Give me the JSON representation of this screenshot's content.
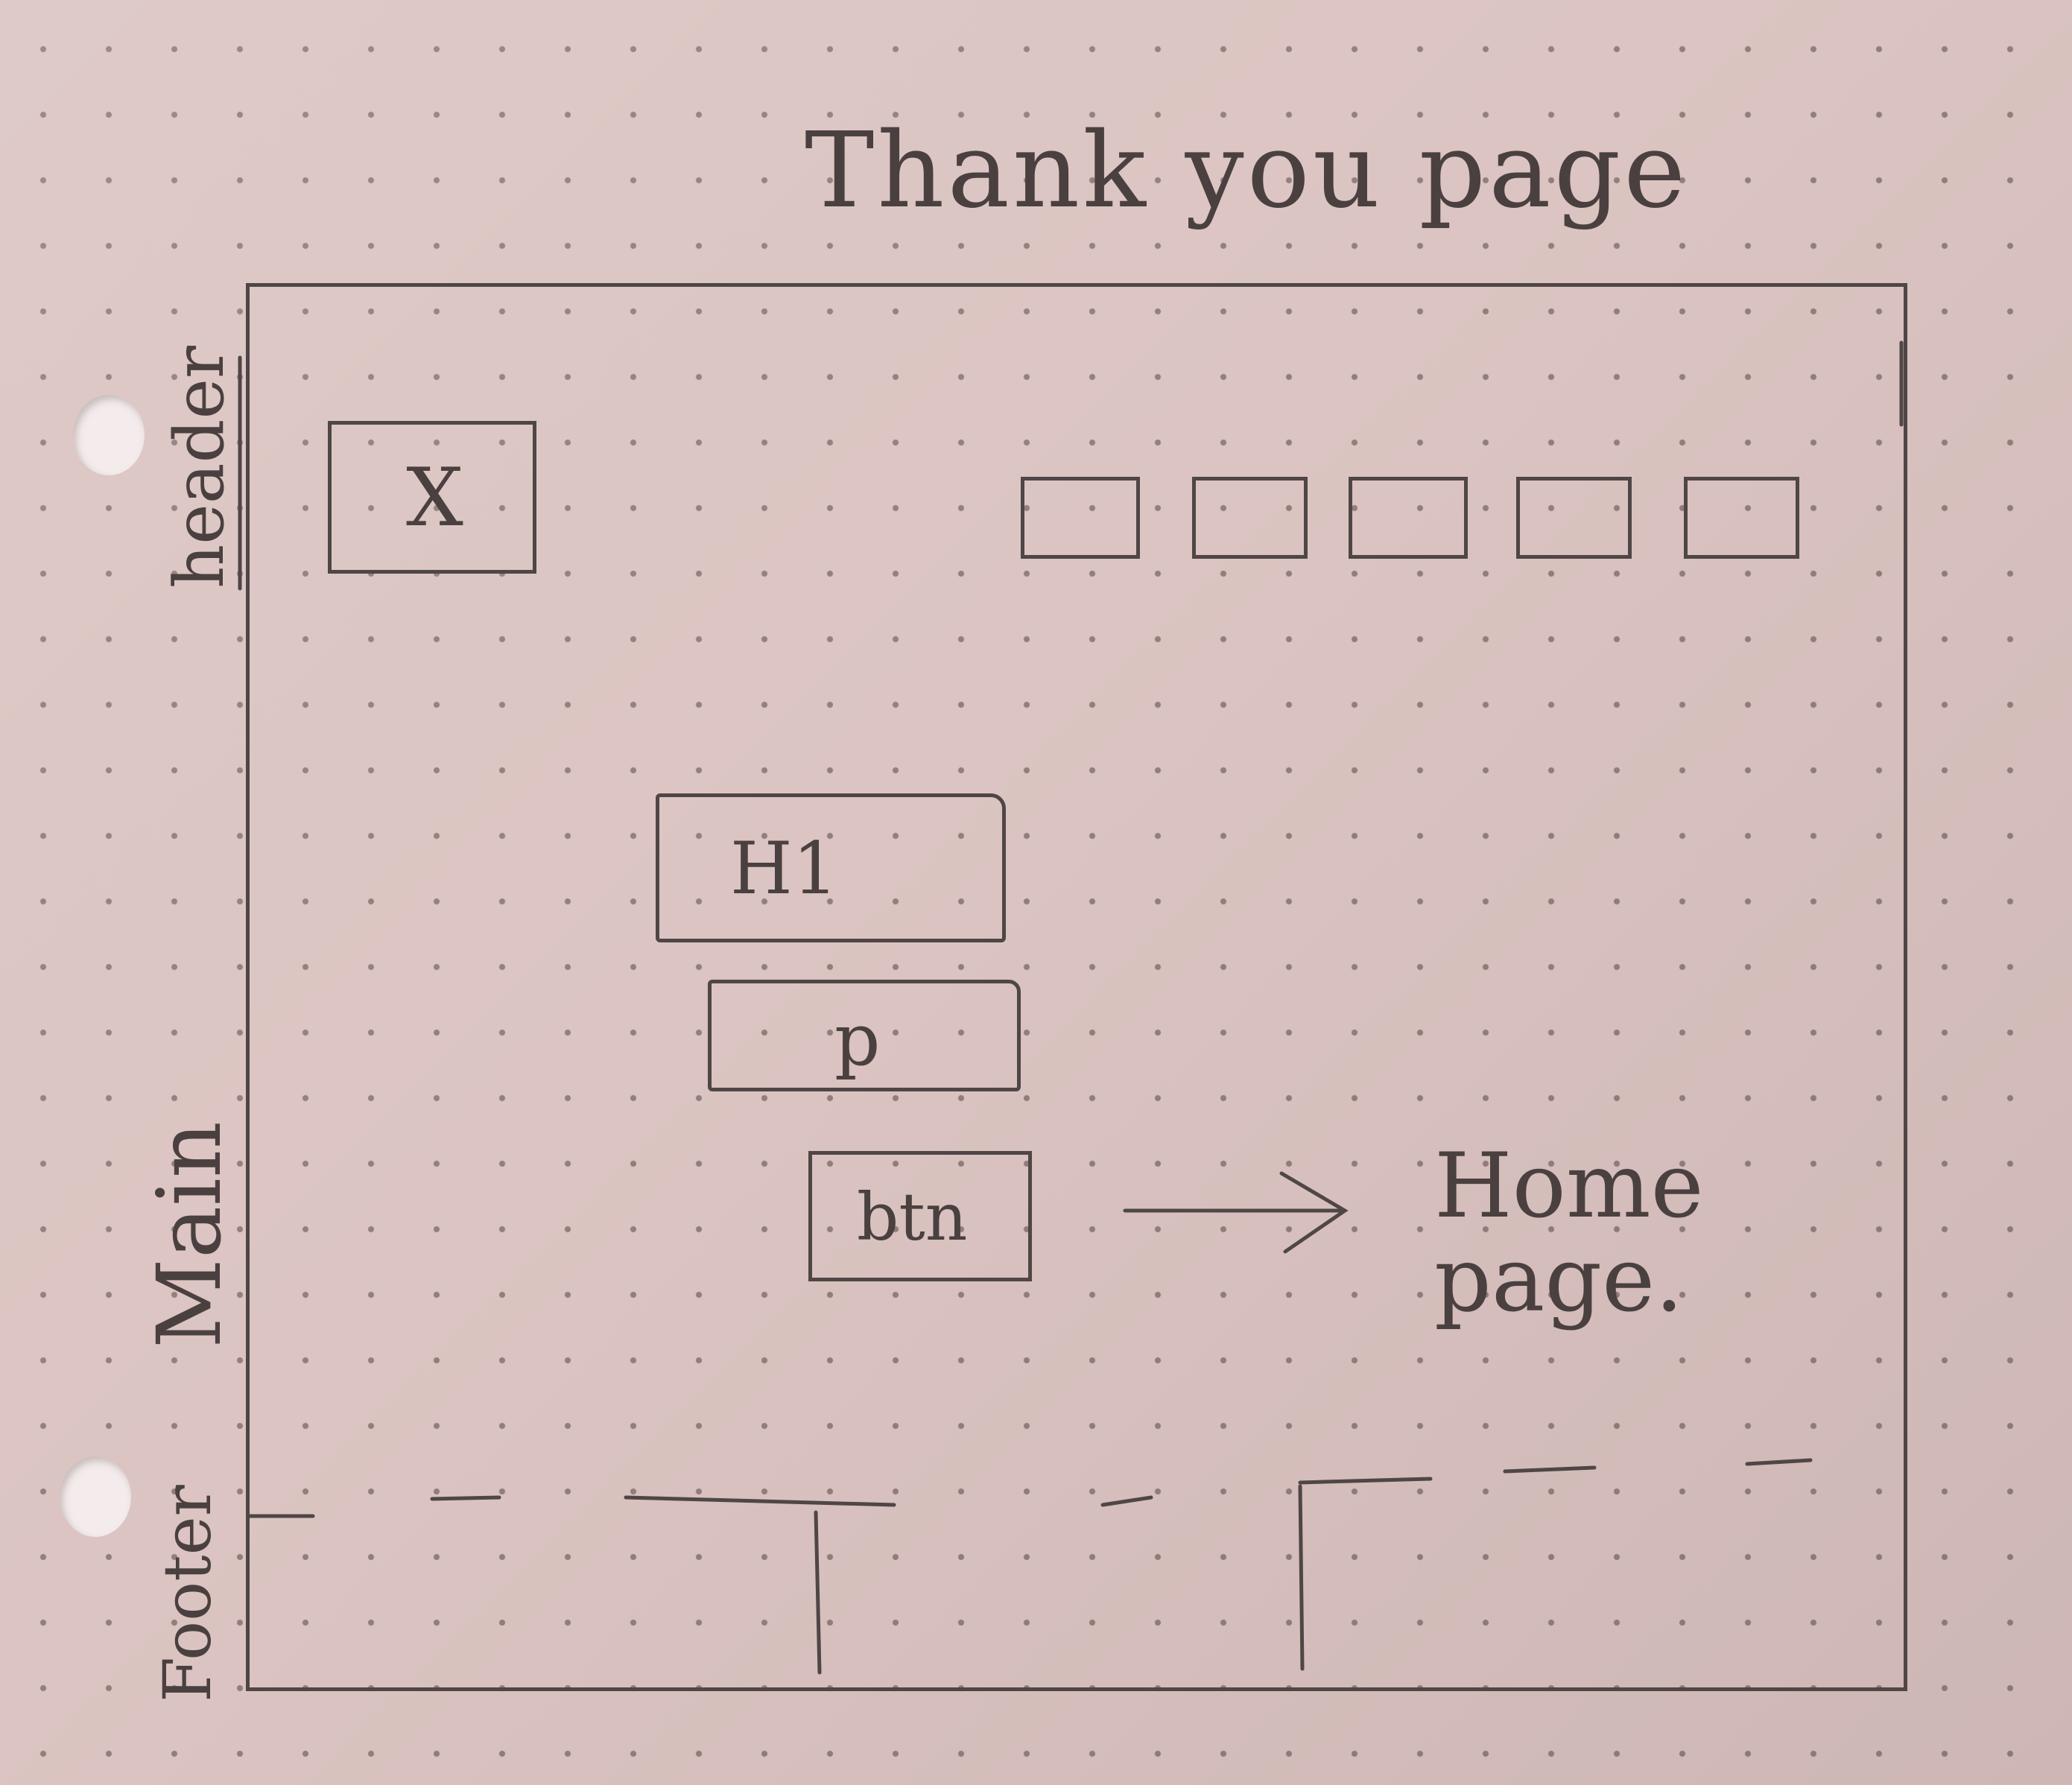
{
  "title": "Thank you page",
  "labels": {
    "header": "header",
    "main": "Main",
    "footer": "Footer"
  },
  "logo": {
    "mark": "X"
  },
  "nav": {
    "item_count": 5
  },
  "main": {
    "heading": "H1",
    "paragraph": "p",
    "button": "btn"
  },
  "annotation": {
    "target": "Home page."
  },
  "colors": {
    "paper": "#dbc4c1",
    "ink": "#4f4646"
  }
}
